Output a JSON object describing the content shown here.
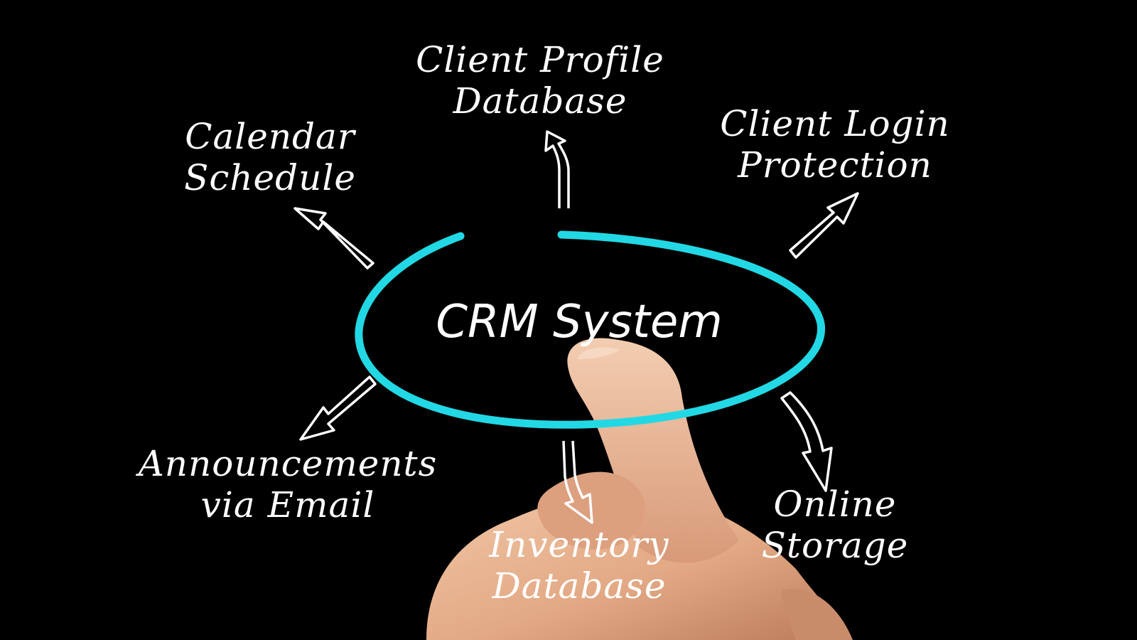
{
  "center": {
    "text": "CRM System"
  },
  "nodes": {
    "client_profile": {
      "line1": "Client Profile",
      "line2": "Database"
    },
    "calendar": {
      "line1": "Calendar",
      "line2": "Schedule"
    },
    "client_login": {
      "line1": "Client Login",
      "line2": "Protection"
    },
    "announcements": {
      "line1": "Announcements",
      "line2": "via Email"
    },
    "inventory": {
      "line1": "Inventory",
      "line2": "Database"
    },
    "online_storage": {
      "line1": "Online",
      "line2": "Storage"
    }
  },
  "colors": {
    "background": "#000000",
    "ellipse": "#22d8e4",
    "text": "#ffffff",
    "hand": "#e8b592"
  },
  "decor": {
    "hand": "pointing-hand-image",
    "arrows": "outline-arrow-icon"
  }
}
